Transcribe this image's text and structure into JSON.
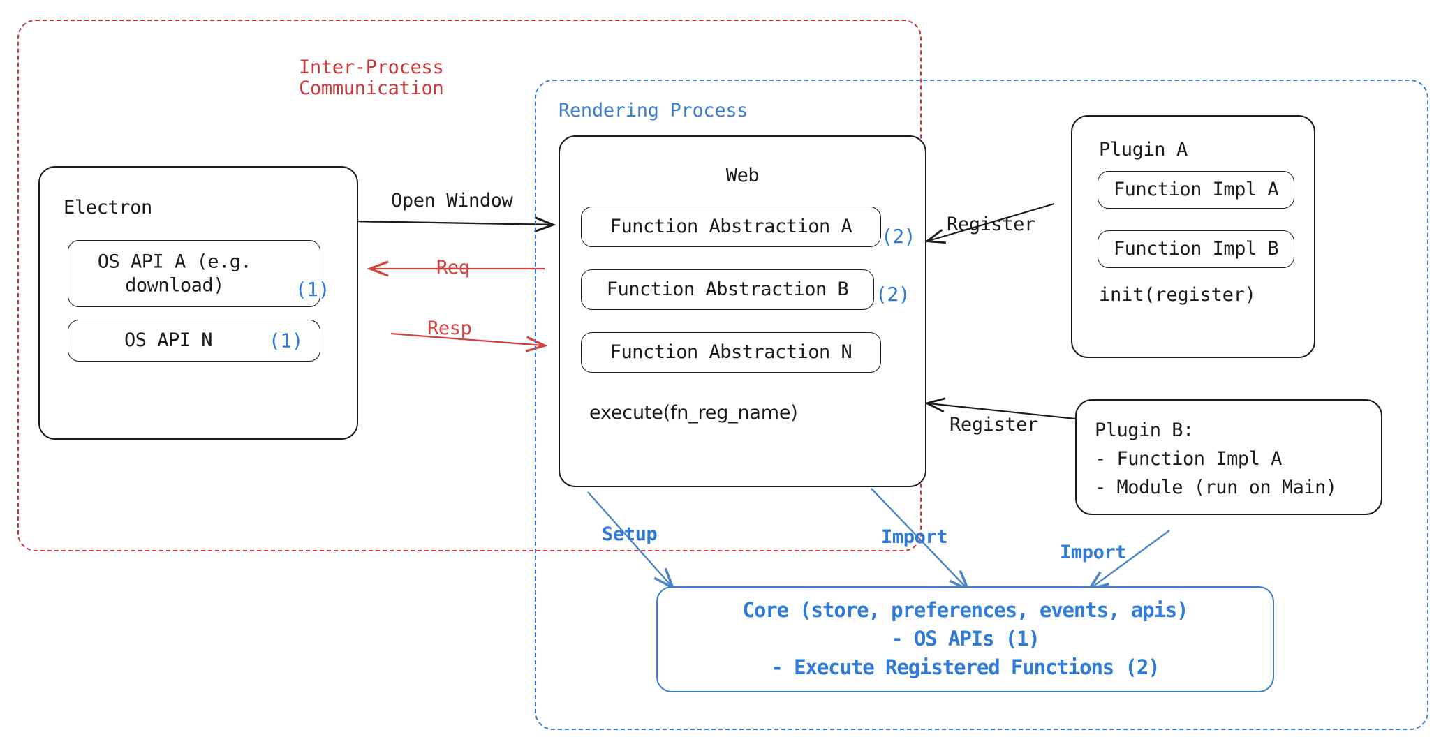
{
  "diagram": {
    "title": "Electron plugin architecture",
    "colors": {
      "ipc_red": "#c8383a",
      "render_blue": "#3a7ed0",
      "ink_black": "#1b1b1f",
      "tag_blue": "#2f7bd6",
      "background": "#ffffff"
    }
  },
  "groups": {
    "ipc": {
      "label": "Inter-Process\nCommunication",
      "style": "dashed",
      "color": "#c8383a"
    },
    "rendering_process": {
      "label": "Rendering Process",
      "style": "dashed",
      "color": "#3a7ed0"
    }
  },
  "electron": {
    "title": "Electron",
    "apis": [
      {
        "label": "OS API A (e.g.\ndownload)",
        "tag": "(1)"
      },
      {
        "label": "OS API N",
        "tag": "(1)"
      }
    ]
  },
  "web": {
    "title": "Web",
    "abstractions": [
      {
        "label": "Function Abstraction A",
        "tag": "(2)"
      },
      {
        "label": "Function Abstraction B",
        "tag": "(2)"
      },
      {
        "label": "Function Abstraction N",
        "tag": ""
      }
    ],
    "method": "execute(fn_reg_name)"
  },
  "plugin_a": {
    "title": "Plugin A",
    "items": [
      {
        "label": "Function Impl A"
      },
      {
        "label": "Function Impl B"
      }
    ],
    "method": "init(register)"
  },
  "plugin_b": {
    "text": "Plugin B:\n- Function Impl A\n- Module (run on Main)"
  },
  "core": {
    "text": "Core (store, preferences, events, apis)\n- OS APIs (1)\n- Execute Registered Functions (2)"
  },
  "edges": [
    {
      "name": "open-window",
      "label": "Open Window",
      "color": "#1b1b1f"
    },
    {
      "name": "req",
      "label": "Req",
      "color": "#d2423f"
    },
    {
      "name": "resp",
      "label": "Resp",
      "color": "#d2423f"
    },
    {
      "name": "register-a",
      "label": "Register",
      "color": "#1b1b1f"
    },
    {
      "name": "register-b",
      "label": "Register",
      "color": "#1b1b1f"
    },
    {
      "name": "setup",
      "label": "Setup",
      "color": "#2f7bd6"
    },
    {
      "name": "import-web",
      "label": "Import",
      "color": "#2f7bd6"
    },
    {
      "name": "import-plugin-b",
      "label": "Import",
      "color": "#2f7bd6"
    }
  ]
}
